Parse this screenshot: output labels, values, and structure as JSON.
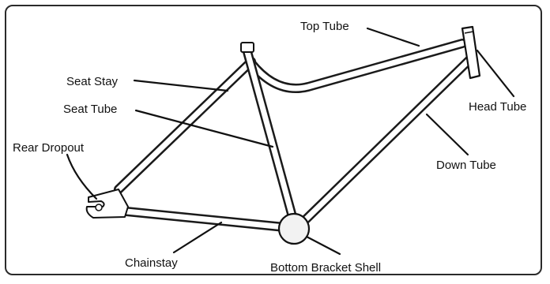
{
  "labels": {
    "top_tube": "Top Tube",
    "seat_stay": "Seat Stay",
    "seat_tube": "Seat Tube",
    "rear_dropout": "Rear Dropout",
    "head_tube": "Head Tube",
    "down_tube": "Down Tube",
    "chainstay": "Chainstay",
    "bottom_bracket_shell": "Bottom Bracket Shell"
  },
  "colors": {
    "line": "#111111",
    "tube_fill": "#ffffff",
    "shell_fill": "#f2f2f2"
  }
}
